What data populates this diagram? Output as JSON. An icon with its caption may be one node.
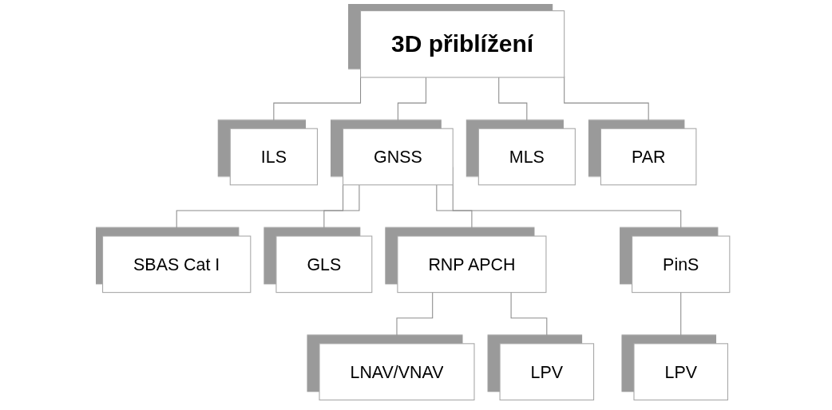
{
  "diagram": {
    "nodes": [
      {
        "text": [
          "3D přiblížení"
        ]
      },
      {
        "text": [
          "ILS"
        ]
      },
      {
        "text": [
          "GNSS"
        ]
      },
      {
        "text": [
          "MLS"
        ]
      },
      {
        "text": [
          "PAR"
        ]
      },
      {
        "text": [
          "SBAS Cat I"
        ]
      },
      {
        "text": [
          "GLS"
        ]
      },
      {
        "text": [
          "RNP APCH"
        ]
      },
      {
        "text": [
          "PinS"
        ]
      },
      {
        "text": [
          "LNAV/VNAV"
        ]
      },
      {
        "text": [
          "LPV"
        ]
      },
      {
        "text": [
          "LPV"
        ]
      }
    ],
    "edges": [
      {
        "from": 0,
        "to": 1,
        "arrow": "none"
      },
      {
        "from": 0,
        "to": 2,
        "arrow": "none"
      },
      {
        "from": 0,
        "to": 3,
        "arrow": "none"
      },
      {
        "from": 0,
        "to": 4,
        "arrow": "none"
      },
      {
        "from": 2,
        "to": 5,
        "arrow": "none"
      },
      {
        "from": 2,
        "to": 6,
        "arrow": "none"
      },
      {
        "from": 2,
        "to": 7,
        "arrow": "none"
      },
      {
        "from": 2,
        "to": 8,
        "arrow": "none"
      },
      {
        "from": 7,
        "to": 9,
        "arrow": "none"
      },
      {
        "from": 7,
        "to": 10,
        "arrow": "none"
      },
      {
        "from": 8,
        "to": 11,
        "arrow": "none"
      }
    ]
  }
}
